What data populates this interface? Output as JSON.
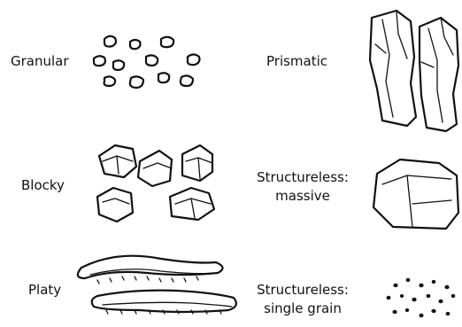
{
  "structures": [
    {
      "id": "granular",
      "label": "Granular",
      "icon": "granular-aggregates"
    },
    {
      "id": "prismatic",
      "label": "Prismatic",
      "icon": "prismatic-columns"
    },
    {
      "id": "blocky",
      "label": "Blocky",
      "icon": "blocky-aggregates"
    },
    {
      "id": "massive",
      "label_line1": "Structureless:",
      "label_line2": "massive",
      "icon": "massive-block"
    },
    {
      "id": "platy",
      "label": "Platy",
      "icon": "platy-layers"
    },
    {
      "id": "single_grain",
      "label_line1": "Structureless:",
      "label_line2": "single grain",
      "icon": "single-grain-dots"
    }
  ],
  "colors": {
    "ink": "#111111",
    "background": "#ffffff"
  }
}
